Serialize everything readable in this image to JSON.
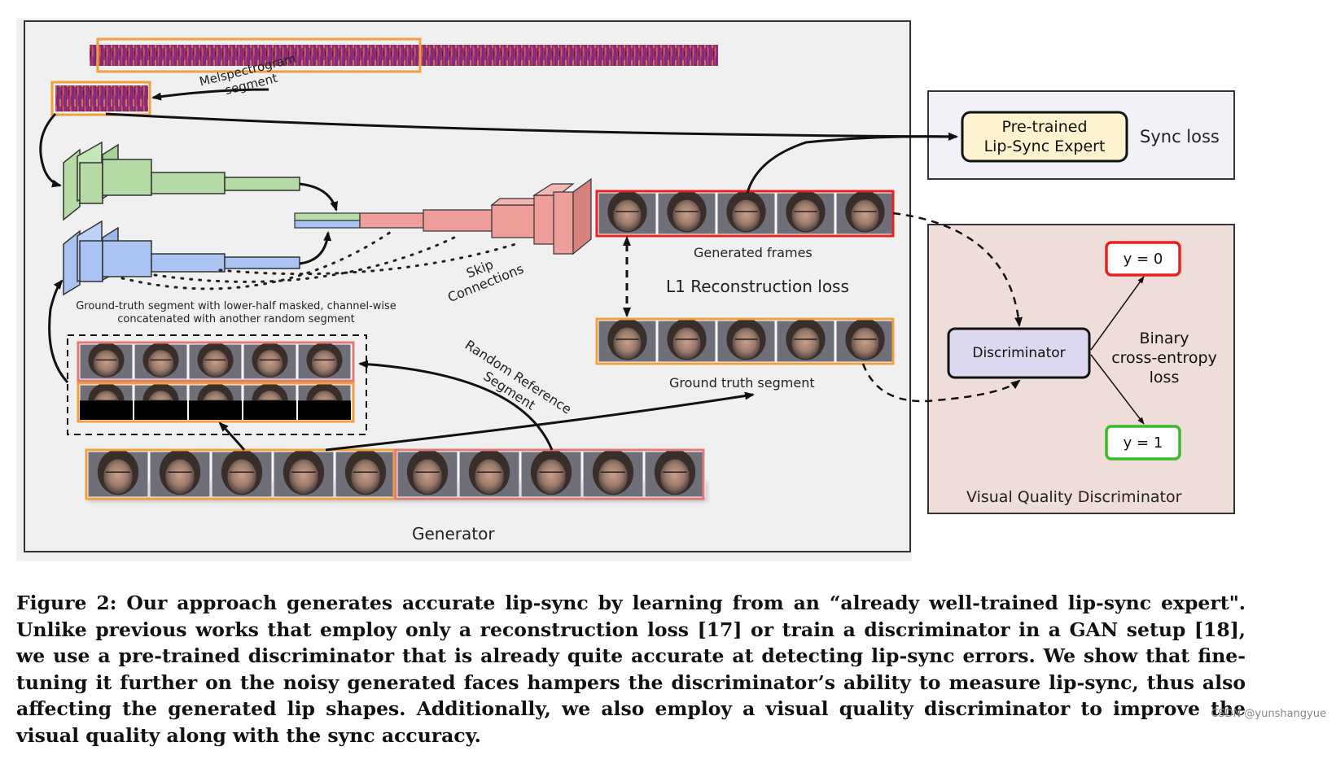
{
  "labels": {
    "mel_segment": "Melspectrogram\nsegment",
    "pretrained_expert": "Pre-trained\nLip-Sync Expert",
    "sync_loss": "Sync loss",
    "generated_frames": "Generated frames",
    "l1_loss": "L1 Reconstruction loss",
    "skip_connections": "Skip\nConnections",
    "gt_masked": "Ground-truth segment with lower-half masked, channel-wise\nconcatenated with another random segment",
    "random_reference": "Random Reference\nSegment",
    "ground_truth_segment": "Ground truth segment",
    "generator": "Generator",
    "discriminator": "Discriminator",
    "bce_loss": "Binary\ncross-entropy\nloss",
    "y0": "y = 0",
    "y1": "y = 1",
    "visual_quality_discriminator": "Visual Quality Discriminator"
  },
  "caption": "Figure 2: Our approach generates accurate lip-sync by learning from an “already well-trained lip-sync expert\". Unlike previous works that employ only a reconstruction loss [17] or train a discriminator in a GAN setup [18], we use a pre-trained discriminator that is already quite accurate at detecting lip-sync errors. We show that fine-tuning it further on the noisy generated faces hampers the discriminator’s ability to measure lip-sync, thus also affecting the generated lip shapes. Additionally, we also employ a visual quality discriminator to improve the visual quality along with the sync accuracy.",
  "watermark": "CSDN @yunshangyue",
  "colors": {
    "orange": "#f0a040",
    "red": "#e82020",
    "pink": "#e07a78",
    "green_block": "#b4dca4",
    "blue_block": "#a9c4f2",
    "pink_block": "#ef9e9a",
    "expert_fill": "#fdf3cf",
    "disc_fill": "#ddd8f0",
    "panel_gray": "#f0f0f0",
    "panel_lavender": "#f1f1f8",
    "panel_pink": "#eeddd9",
    "y1_border": "#3cba2c"
  }
}
